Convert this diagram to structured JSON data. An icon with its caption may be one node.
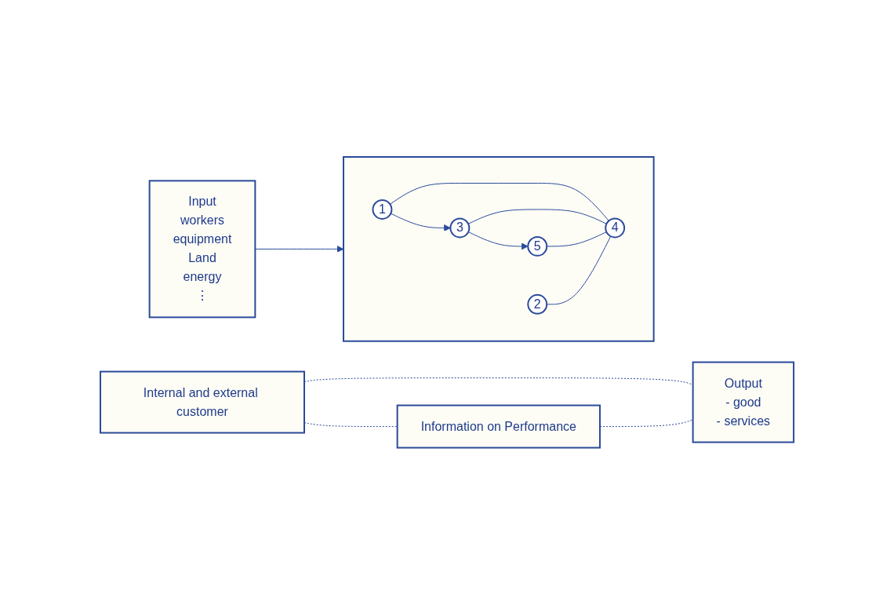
{
  "diagram": {
    "nodes": [
      {
        "text": [
          "Input",
          "workers",
          "equipment",
          "Land",
          "energy",
          "⋮"
        ]
      },
      {
        "text": [
          "Internal and external customer"
        ]
      },
      {
        "text": [],
        "shape": "box"
      },
      {
        "text": [
          "1"
        ],
        "in": 2
      },
      {
        "text": [
          "3"
        ],
        "in": 2
      },
      {
        "text": [
          "5"
        ],
        "in": 2
      },
      {
        "text": [
          "4"
        ],
        "in": 2
      },
      {
        "text": [
          "2"
        ],
        "in": 2
      },
      {
        "text": [
          "Output",
          "- good",
          "- services"
        ]
      },
      {
        "text": [
          "Information on Performance"
        ]
      }
    ],
    "edges": [
      {
        "from": 0,
        "to": 2,
        "arrow": "to"
      },
      {
        "from": 3,
        "to": 4,
        "arrow": "to"
      },
      {
        "from": 4,
        "to": 5,
        "arrow": "to"
      },
      {
        "from": 3,
        "to": 6,
        "arrow": "none"
      },
      {
        "from": 4,
        "to": 6,
        "arrow": "none"
      },
      {
        "from": 5,
        "to": 6,
        "arrow": "none"
      },
      {
        "from": 7,
        "to": 6,
        "arrow": "none"
      },
      {
        "from": 1,
        "to": 8,
        "arrow": "none",
        "style": "dashed"
      },
      {
        "from": 1,
        "to": 9,
        "arrow": "none",
        "style": "dashed"
      },
      {
        "from": 9,
        "to": 8,
        "arrow": "none",
        "style": "dashed"
      }
    ]
  }
}
